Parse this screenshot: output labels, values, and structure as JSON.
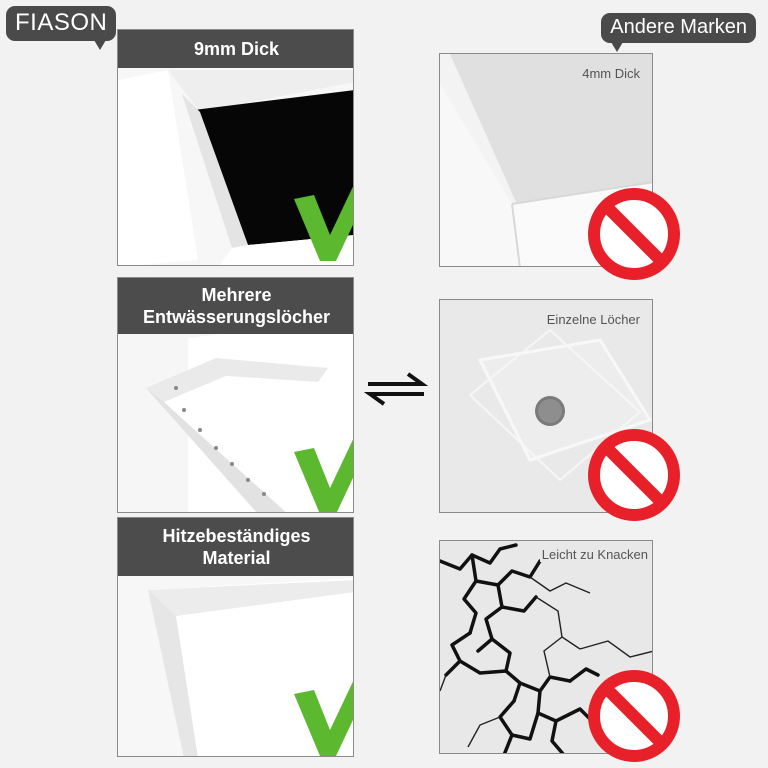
{
  "brand": {
    "name": "FIASON"
  },
  "other_brands": {
    "label": "Andere Marken"
  },
  "rows": [
    {
      "feature": "9mm Dick",
      "feature_lines": [
        "9mm Dick"
      ],
      "other_label": "4mm Dick"
    },
    {
      "feature": "Mehrere Entwässerungslöcher",
      "feature_lines": [
        "Mehrere",
        "Entwässerungslöcher"
      ],
      "other_label": "Einzelne Löcher"
    },
    {
      "feature": "Hitzebeständiges Material",
      "feature_lines": [
        "Hitzebeständiges",
        "Material"
      ],
      "other_label": "Leicht zu Knacken"
    }
  ],
  "icons": {
    "good": "green-checkmark-icon",
    "bad": "red-prohibition-icon",
    "compare": "exchange-arrows-icon"
  },
  "colors": {
    "check_green": "#5cb82e",
    "prohibit_red": "#e8202a",
    "header_gray": "#4c4c4c",
    "background": "#f2f2f2"
  }
}
